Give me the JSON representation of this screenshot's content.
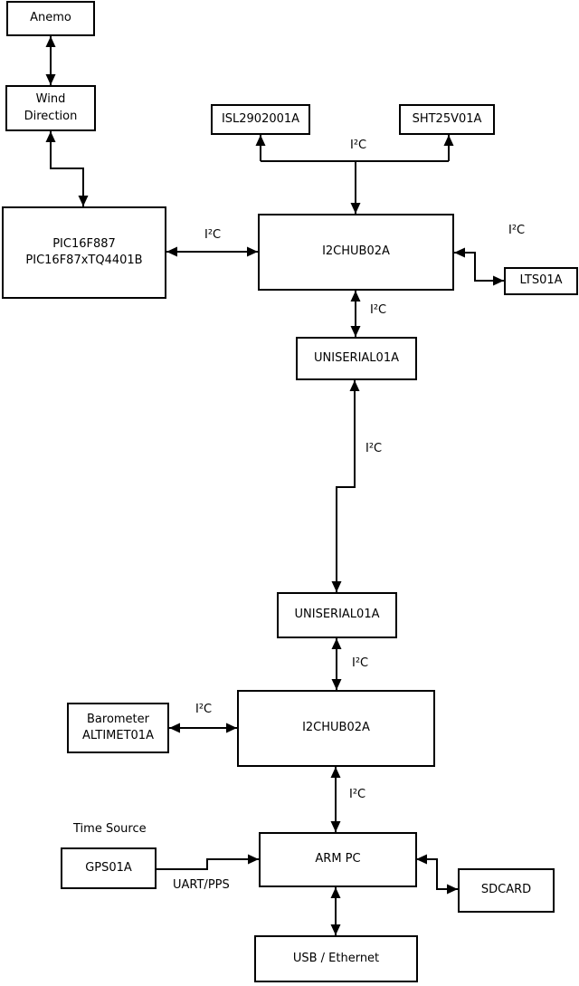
{
  "diagram": {
    "type": "block-diagram",
    "colors": {
      "background": "#ffffff",
      "line": "#000000",
      "box_border": "#000000",
      "box_fill": "#ffffff",
      "text": "#000000"
    },
    "nodes": {
      "anemo": {
        "label": "Anemo"
      },
      "wind_direction": {
        "line1": "Wind",
        "line2": "Direction"
      },
      "pic": {
        "line1": "PIC16F887",
        "line2": "PIC16F87xTQ4401B"
      },
      "isl": {
        "label": "ISL2902001A"
      },
      "sht": {
        "label": "SHT25V01A"
      },
      "hub1": {
        "label": "I2CHUB02A"
      },
      "lts": {
        "label": "LTS01A"
      },
      "uniserial1": {
        "label": "UNISERIAL01A"
      },
      "uniserial2": {
        "label": "UNISERIAL01A"
      },
      "hub2": {
        "label": "I2CHUB02A"
      },
      "barometer": {
        "line1": "Barometer",
        "line2": "ALTIMET01A"
      },
      "gps": {
        "label": "GPS01A"
      },
      "arm_pc": {
        "label": "ARM PC"
      },
      "sdcard": {
        "label": "SDCARD"
      },
      "usb_ethernet": {
        "label": "USB / Ethernet"
      }
    },
    "edge_labels": {
      "i2c_sensors": "I²C",
      "i2c_pic_hub1": "I²C",
      "i2c_hub1_lts": "I²C",
      "i2c_hub1_uniserial1": "I²C",
      "i2c_uniserial_link": "I²C",
      "i2c_uniserial2_hub2": "I²C",
      "i2c_barometer_hub2": "I²C",
      "i2c_hub2_armpc": "I²C",
      "time_source": "Time Source",
      "uart_pps": "UART/PPS"
    }
  }
}
